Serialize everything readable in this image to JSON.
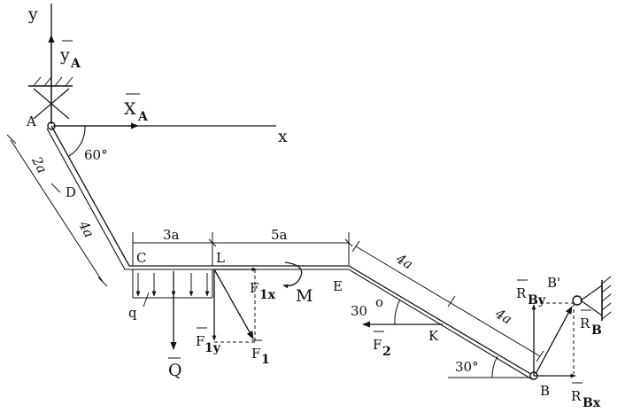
{
  "axes": {
    "y": "y",
    "x": "x"
  },
  "points": {
    "A": "A",
    "D": "D",
    "C": "C",
    "L": "L",
    "E": "E",
    "K": "K",
    "B": "B",
    "B_prime": "B'"
  },
  "dimensions": {
    "ad": "2a",
    "dc": "4a",
    "cl": "3a",
    "le": "5a",
    "ek": "4a",
    "kb": "4a"
  },
  "angles": {
    "a_60": "60°",
    "k_30": "30",
    "k_deg": "o",
    "b_30": "30°"
  },
  "forces": {
    "ya": {
      "base": "y",
      "sub": "A"
    },
    "xa": {
      "base": "X",
      "sub": "A"
    },
    "q": "q",
    "Q": "Q",
    "f1x": {
      "base": "F",
      "sub": "1x"
    },
    "f1y": {
      "base": "F",
      "sub": "1y"
    },
    "f1": {
      "base": "F",
      "sub": "1"
    },
    "M": "M",
    "f2": {
      "base": "F",
      "sub": "2"
    },
    "rby": {
      "base": "R",
      "sub": "By"
    },
    "rb": {
      "base": "R",
      "sub": "B"
    },
    "rbx": {
      "base": "R",
      "sub": "Bx"
    }
  }
}
